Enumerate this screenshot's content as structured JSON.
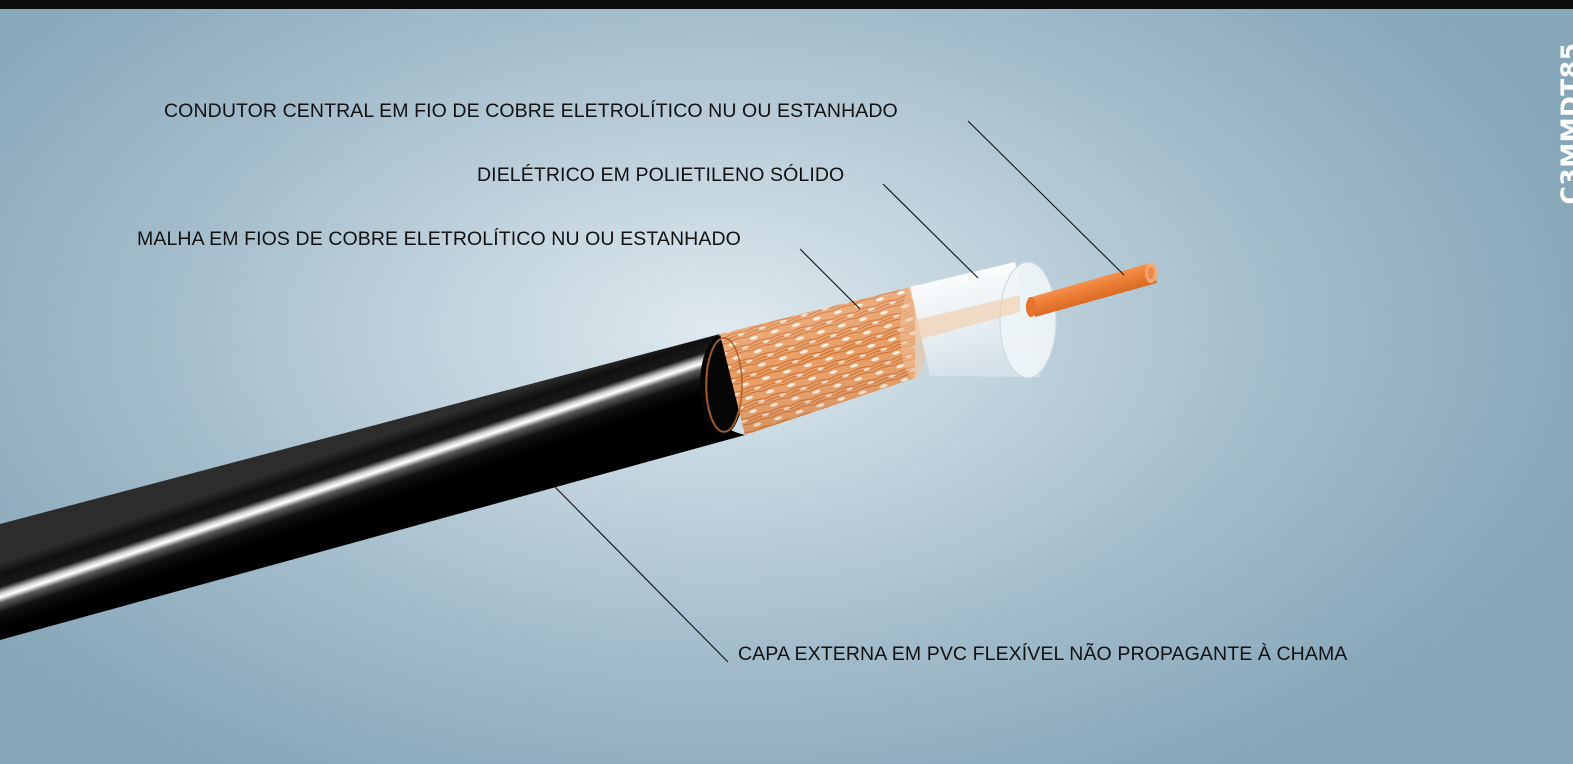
{
  "labels": {
    "conductor": "CONDUTOR CENTRAL EM FIO DE COBRE ELETROLÍTICO NU OU ESTANHADO",
    "dielectric": "DIELÉTRICO EM POLIETILENO SÓLIDO",
    "braid": "MALHA EM FIOS DE COBRE ELETROLÍTICO NU OU ESTANHADO",
    "jacket": "CAPA EXTERNA EM PVC FLEXÍVEL NÃO PROPAGANTE À CHAMA"
  },
  "product_code": "C3MMDT85",
  "colors": {
    "jacket": "#0a0a0a",
    "braid": "#e6a06c",
    "dielectric": "#f1f5f8",
    "conductor": "#f0843c",
    "background": "#b6cbd6"
  }
}
